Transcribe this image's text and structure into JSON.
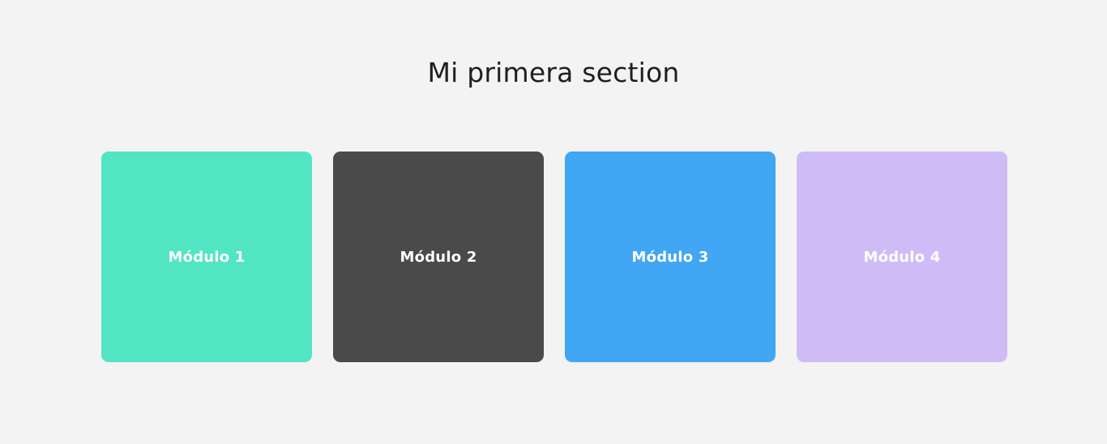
{
  "section": {
    "title": "Mi primera section"
  },
  "modules": [
    {
      "label": "Módulo 1",
      "color": "#52e5c2"
    },
    {
      "label": "Módulo 2",
      "color": "#4a4a4a"
    },
    {
      "label": "Módulo 3",
      "color": "#41a6f3"
    },
    {
      "label": "Módulo 4",
      "color": "#cfbcf7"
    }
  ]
}
